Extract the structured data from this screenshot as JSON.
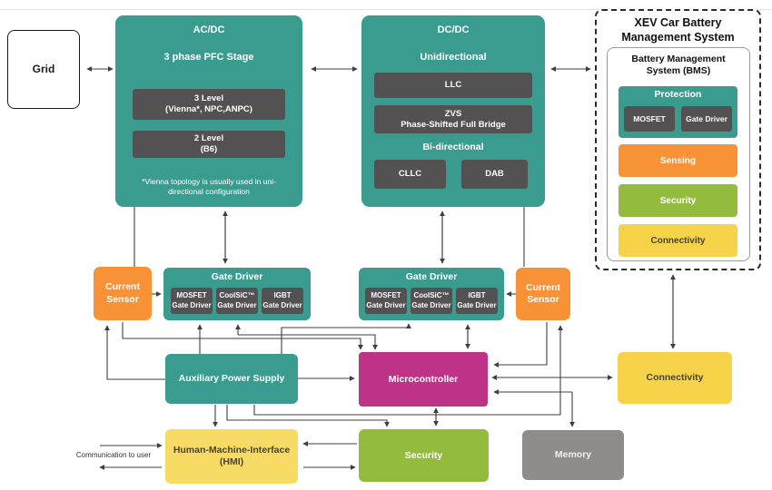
{
  "grid": {
    "label": "Grid"
  },
  "acdc": {
    "title": "AC/DC",
    "subtitle": "3 phase PFC Stage",
    "level3_line1": "3 Level",
    "level3_line2": "(Vienna*, NPC,ANPC)",
    "level2_line1": "2 Level",
    "level2_line2": "(B6)",
    "footnote_line1": "*Vienna topology is usually used in uni-",
    "footnote_line2": "directional configuration"
  },
  "dcdc": {
    "title": "DC/DC",
    "subtitle": "Unidirectional",
    "llc": "LLC",
    "zvs_line1": "ZVS",
    "zvs_line2": "Phase-Shifted Full Bridge",
    "bidirectional_label": "Bi-directional",
    "cllc": "CLLC",
    "dab": "DAB"
  },
  "xev": {
    "title_line1": "XEV Car Battery",
    "title_line2": "Management System",
    "bms_title_line1": "Battery Management",
    "bms_title_line2": "System (BMS)",
    "protection_title": "Protection",
    "protection_mosfet": "MOSFET",
    "protection_gate_driver": "Gate Driver",
    "sensing": "Sensing",
    "security": "Security",
    "connectivity": "Connectivity"
  },
  "current_sensor_left": {
    "line1": "Current",
    "line2": "Sensor"
  },
  "current_sensor_right": {
    "line1": "Current",
    "line2": "Sensor"
  },
  "gate_driver_left": {
    "title": "Gate Driver",
    "drivers": [
      {
        "line1": "MOSFET",
        "line2": "Gate Driver"
      },
      {
        "line1": "CoolSiC™",
        "line2": "Gate Driver"
      },
      {
        "line1": "IGBT",
        "line2": "Gate Driver"
      }
    ]
  },
  "gate_driver_right": {
    "title": "Gate Driver",
    "drivers": [
      {
        "line1": "MOSFET",
        "line2": "Gate Driver"
      },
      {
        "line1": "CoolSiC™",
        "line2": "Gate Driver"
      },
      {
        "line1": "IGBT",
        "line2": "Gate Driver"
      }
    ]
  },
  "aux": {
    "label": "Auxiliary Power Supply"
  },
  "mcu": {
    "label": "Microcontroller"
  },
  "connectivity": {
    "label": "Connectivity"
  },
  "hmi": {
    "line1": "Human-Machine-Interface",
    "line2": "(HMI)"
  },
  "security": {
    "label": "Security"
  },
  "memory": {
    "label": "Memory"
  },
  "communication": {
    "label": "Communication to user"
  },
  "colors": {
    "teal": "#399C8F",
    "dark_block": "#535152",
    "orange": "#F79237",
    "magenta": "#BE3287",
    "green": "#93BC3E",
    "yellow": "#F6D348",
    "yellow_light": "#F7DB64",
    "memory_gray": "#908C8B",
    "arrow": "#3F3F3F"
  }
}
